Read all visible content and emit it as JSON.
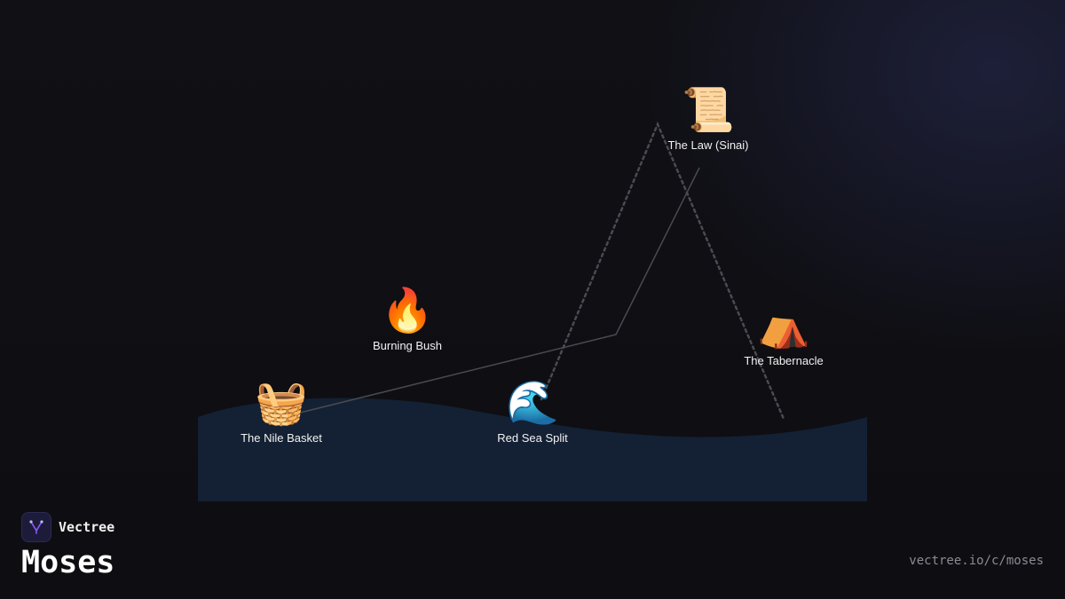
{
  "brand": {
    "name": "Vectree",
    "logo_icon": "vectree-logo-icon"
  },
  "title": "Moses",
  "url": "vectree.io/c/moses",
  "colors": {
    "background": "#0f0f13",
    "ground": "#142033",
    "path_line": "#4a4a52",
    "brand_accent": "#8b5cf6"
  },
  "timeline": [
    {
      "label": "The Nile Basket",
      "emoji": "🧺",
      "icon": "basket-icon"
    },
    {
      "label": "Burning Bush",
      "emoji": "🔥",
      "icon": "fire-icon"
    },
    {
      "label": "Red Sea Split",
      "emoji": "🌊",
      "icon": "wave-icon"
    },
    {
      "label": "The Law (Sinai)",
      "emoji": "📜",
      "icon": "scroll-icon"
    },
    {
      "label": "The Tabernacle",
      "emoji": "⛺",
      "icon": "tent-icon"
    }
  ]
}
